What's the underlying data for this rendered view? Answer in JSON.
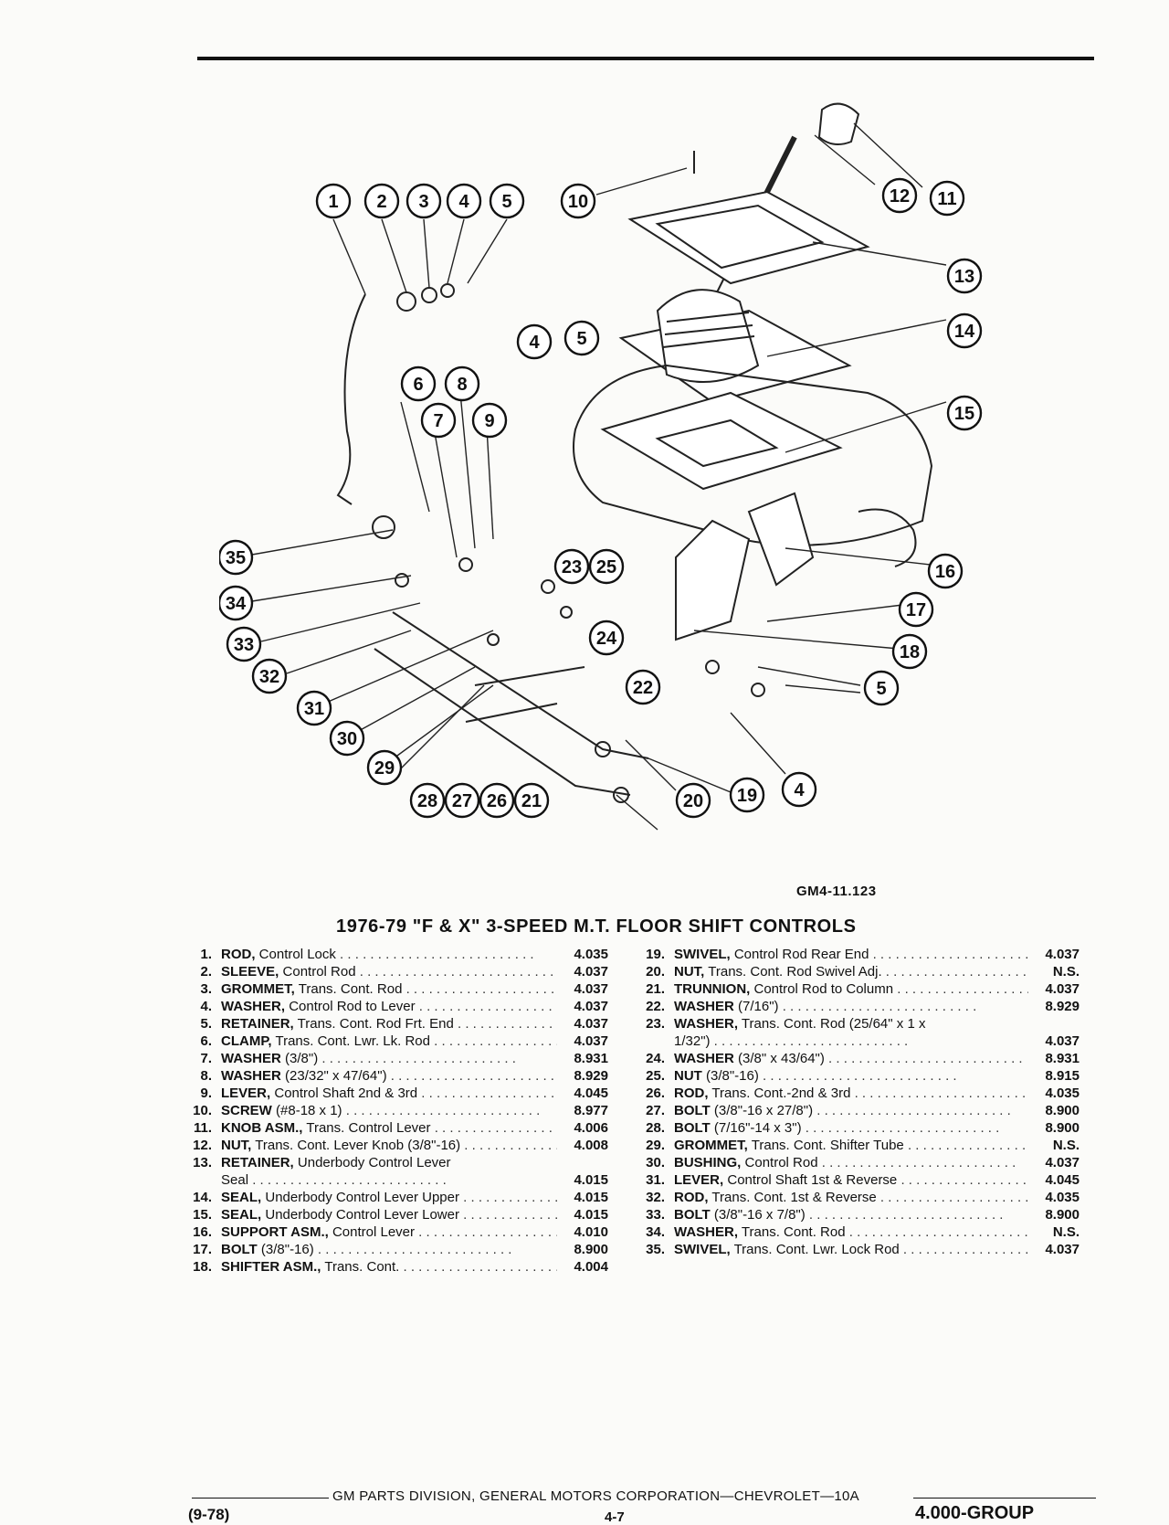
{
  "figure_code": "GM4-11.123",
  "title": "1976-79 \"F & X\" 3-SPEED M.T. FLOOR SHIFT CONTROLS",
  "callouts": [
    "1",
    "2",
    "3",
    "4",
    "5",
    "6",
    "7",
    "8",
    "9",
    "10",
    "11",
    "12",
    "13",
    "14",
    "15",
    "16",
    "17",
    "18",
    "19",
    "20",
    "21",
    "22",
    "23",
    "24",
    "25",
    "26",
    "27",
    "28",
    "29",
    "30",
    "31",
    "32",
    "33",
    "34",
    "35",
    "4",
    "5",
    "4",
    "5"
  ],
  "parts_left": [
    {
      "num": "1.",
      "name": "ROD,",
      "desc": "Control Lock",
      "code": "4.035"
    },
    {
      "num": "2.",
      "name": "SLEEVE,",
      "desc": "Control Rod",
      "code": "4.037"
    },
    {
      "num": "3.",
      "name": "GROMMET,",
      "desc": "Trans. Cont. Rod",
      "code": "4.037"
    },
    {
      "num": "4.",
      "name": "WASHER,",
      "desc": "Control Rod to Lever",
      "code": "4.037"
    },
    {
      "num": "5.",
      "name": "RETAINER,",
      "desc": "Trans. Cont. Rod Frt. End",
      "code": "4.037"
    },
    {
      "num": "6.",
      "name": "CLAMP,",
      "desc": "Trans. Cont. Lwr. Lk. Rod",
      "code": "4.037"
    },
    {
      "num": "7.",
      "name": "WASHER",
      "desc": "(3/8\")",
      "code": "8.931"
    },
    {
      "num": "8.",
      "name": "WASHER",
      "desc": "(23/32\" x 47/64\")",
      "code": "8.929"
    },
    {
      "num": "9.",
      "name": "LEVER,",
      "desc": "Control Shaft 2nd & 3rd",
      "code": "4.045"
    },
    {
      "num": "10.",
      "name": "SCREW",
      "desc": "(#8-18 x 1)",
      "code": "8.977"
    },
    {
      "num": "11.",
      "name": "KNOB ASM.,",
      "desc": "Trans. Control Lever",
      "code": "4.006"
    },
    {
      "num": "12.",
      "name": "NUT,",
      "desc": "Trans. Cont. Lever Knob (3/8\"-16)",
      "code": "4.008"
    },
    {
      "num": "13.",
      "name": "RETAINER,",
      "desc": "Underbody Control Lever",
      "code": ""
    },
    {
      "num": "",
      "name": "",
      "desc": "Seal",
      "code": "4.015"
    },
    {
      "num": "14.",
      "name": "SEAL,",
      "desc": "Underbody Control Lever Upper",
      "code": "4.015"
    },
    {
      "num": "15.",
      "name": "SEAL,",
      "desc": "Underbody Control Lever Lower",
      "code": "4.015"
    },
    {
      "num": "16.",
      "name": "SUPPORT ASM.,",
      "desc": "Control Lever",
      "code": "4.010"
    },
    {
      "num": "17.",
      "name": "BOLT",
      "desc": "(3/8\"-16)",
      "code": "8.900"
    },
    {
      "num": "18.",
      "name": "SHIFTER ASM.,",
      "desc": "Trans. Cont.",
      "code": "4.004"
    }
  ],
  "parts_right": [
    {
      "num": "19.",
      "name": "SWIVEL,",
      "desc": "Control Rod Rear End",
      "code": "4.037"
    },
    {
      "num": "20.",
      "name": "NUT,",
      "desc": "Trans. Cont. Rod Swivel Adj.",
      "code": "N.S."
    },
    {
      "num": "21.",
      "name": "TRUNNION,",
      "desc": "Control Rod to Column",
      "code": "4.037"
    },
    {
      "num": "22.",
      "name": "WASHER",
      "desc": "(7/16\")",
      "code": "8.929"
    },
    {
      "num": "23.",
      "name": "WASHER,",
      "desc": "Trans. Cont. Rod (25/64\" x 1 x",
      "code": ""
    },
    {
      "num": "",
      "name": "",
      "desc": "1/32\")",
      "code": "4.037"
    },
    {
      "num": "24.",
      "name": "WASHER",
      "desc": "(3/8\" x 43/64\")",
      "code": "8.931"
    },
    {
      "num": "25.",
      "name": "NUT",
      "desc": "(3/8\"-16)",
      "code": "8.915"
    },
    {
      "num": "26.",
      "name": "ROD,",
      "desc": "Trans. Cont.-2nd & 3rd",
      "code": "4.035"
    },
    {
      "num": "27.",
      "name": "BOLT",
      "desc": "(3/8\"-16 x 27/8\")",
      "code": "8.900"
    },
    {
      "num": "28.",
      "name": "BOLT",
      "desc": "(7/16\"-14 x 3\")",
      "code": "8.900"
    },
    {
      "num": "29.",
      "name": "GROMMET,",
      "desc": "Trans. Cont. Shifter Tube",
      "code": "N.S."
    },
    {
      "num": "30.",
      "name": "BUSHING,",
      "desc": "Control Rod",
      "code": "4.037"
    },
    {
      "num": "31.",
      "name": "LEVER,",
      "desc": "Control Shaft 1st & Reverse",
      "code": "4.045"
    },
    {
      "num": "32.",
      "name": "ROD,",
      "desc": "Trans. Cont. 1st & Reverse",
      "code": "4.035"
    },
    {
      "num": "33.",
      "name": "BOLT",
      "desc": "(3/8\"-16 x 7/8\")",
      "code": "8.900"
    },
    {
      "num": "34.",
      "name": "WASHER,",
      "desc": "Trans. Cont. Rod",
      "code": "N.S."
    },
    {
      "num": "35.",
      "name": "SWIVEL,",
      "desc": "Trans. Cont. Lwr. Lock Rod",
      "code": "4.037"
    }
  ],
  "footer": {
    "publisher": "GM PARTS DIVISION, GENERAL MOTORS CORPORATION—CHEVROLET—10A",
    "date": "(9-78)",
    "page": "4-7",
    "group": "4.000-GROUP"
  }
}
